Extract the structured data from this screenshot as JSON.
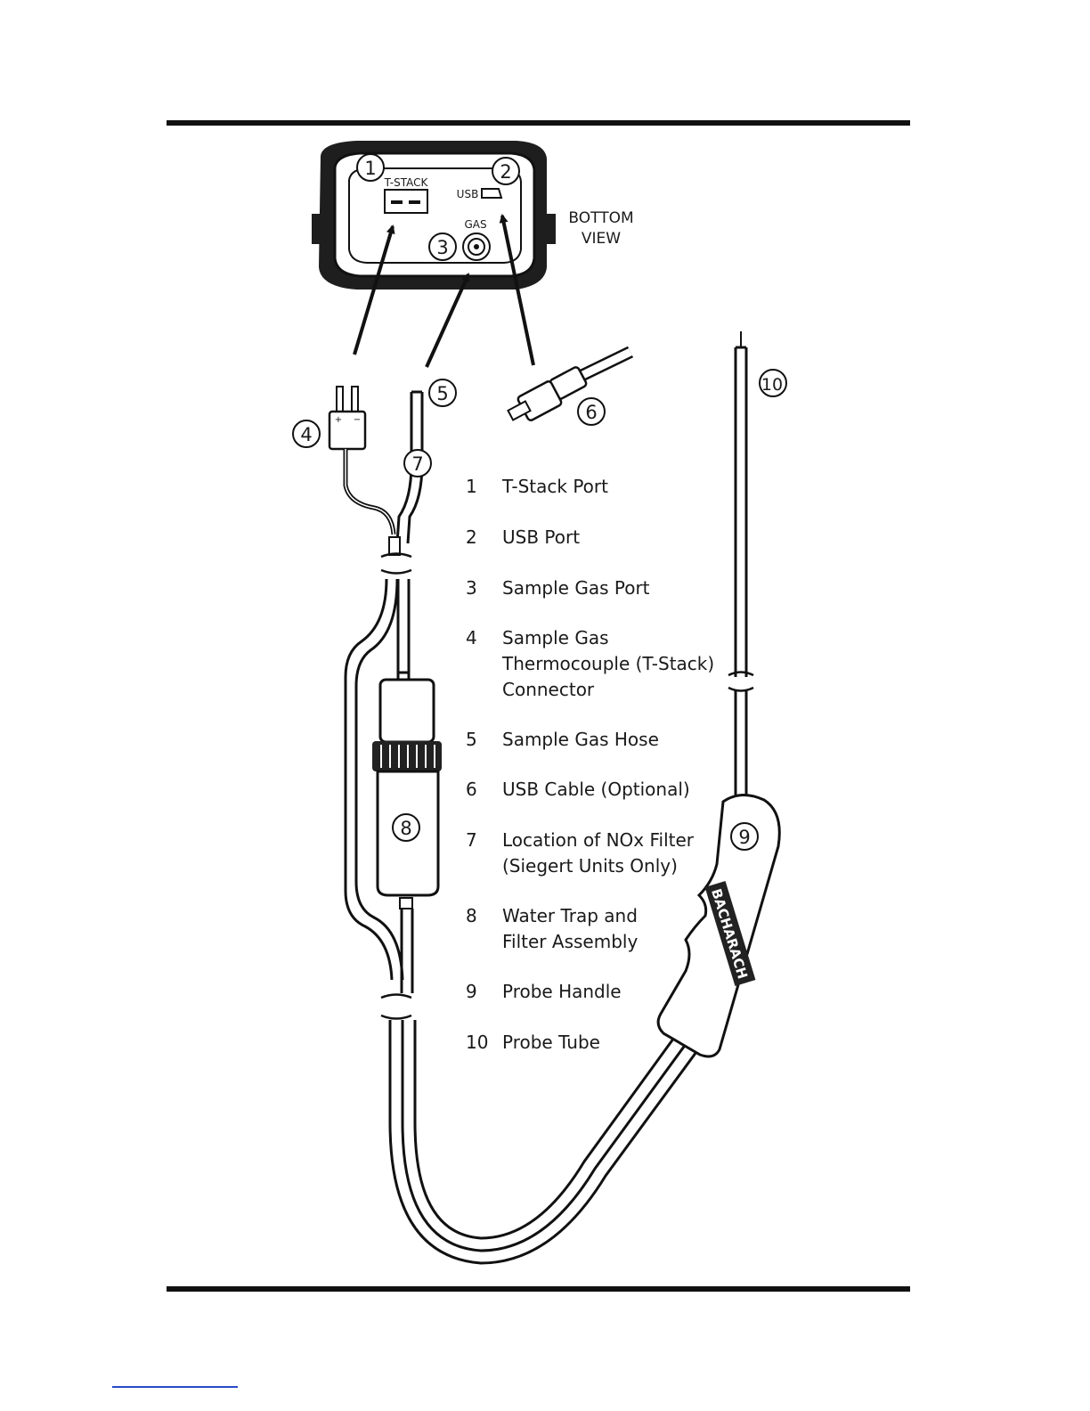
{
  "device": {
    "port_labels": {
      "tstack": "T-STACK",
      "usb": "USB",
      "gas": "GAS"
    },
    "view_label": {
      "line1": "BOTTOM",
      "line2": "VIEW"
    }
  },
  "probe_handle_brand": "BACHARACH",
  "callouts": [
    "1",
    "2",
    "3",
    "4",
    "5",
    "6",
    "7",
    "8",
    "9",
    "10"
  ],
  "legend": [
    {
      "num": "1",
      "text": "T-Stack Port"
    },
    {
      "num": "2",
      "text": "USB Port"
    },
    {
      "num": "3",
      "text": "Sample Gas Port"
    },
    {
      "num": "4",
      "text": "Sample Gas\nThermocouple (T-Stack)\nConnector"
    },
    {
      "num": "5",
      "text": "Sample Gas Hose"
    },
    {
      "num": "6",
      "text": "USB Cable (Optional)"
    },
    {
      "num": "7",
      "text": "Location of NOx Filter\n(Siegert Units Only)"
    },
    {
      "num": "8",
      "text": "Water Trap and\nFilter Assembly"
    },
    {
      "num": "9",
      "text": "Probe Handle"
    },
    {
      "num": "10",
      "text": "Probe Tube"
    }
  ]
}
